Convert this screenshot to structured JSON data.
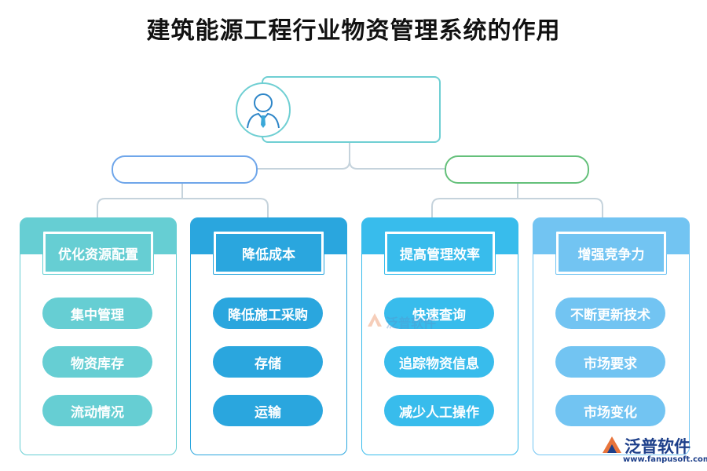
{
  "title": "建筑能源工程行业物资管理系统的作用",
  "columns": [
    {
      "heading": "优化资源配置",
      "items": [
        "集中管理",
        "物资库存",
        "流动情况"
      ],
      "color": "#66ced3"
    },
    {
      "heading": "降低成本",
      "items": [
        "降低施工采购",
        "存储",
        "运输"
      ],
      "color": "#2aa6de"
    },
    {
      "heading": "提高管理效率",
      "items": [
        "快速查询",
        "追踪物资信息",
        "减少人工操作"
      ],
      "color": "#38bcec"
    },
    {
      "heading": "增强竞争力",
      "items": [
        "不断更新技术",
        "市场要求",
        "市场变化"
      ],
      "color": "#72c4f2"
    }
  ],
  "watermark": {
    "center_text": "泛普软件"
  },
  "brand": {
    "name": "泛普软件",
    "url": "www.fanpusoft.com"
  },
  "icons": [
    "person-avatar-icon",
    "fanpu-logo-icon"
  ],
  "colors": {
    "root_border": "#6fcfd3",
    "pill_left": "#6fa6ea",
    "pill_right": "#64c07a",
    "connector": "#c5d3dc"
  }
}
